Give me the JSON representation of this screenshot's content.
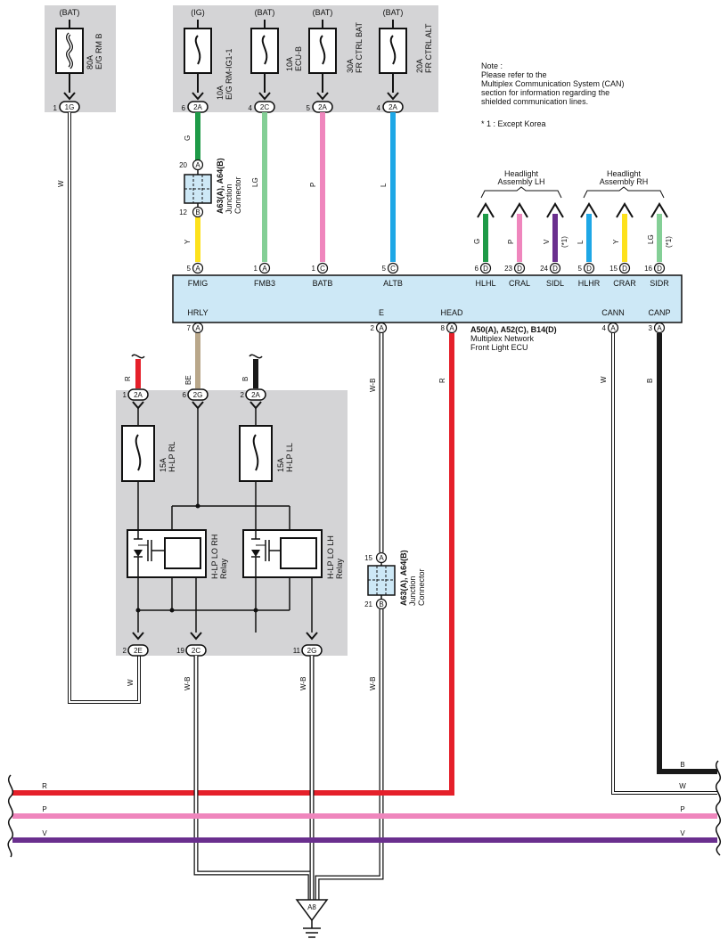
{
  "top_fuses": [
    {
      "supply": "(BAT)",
      "rating": "80A",
      "name": "E/G RM B",
      "pin": "1",
      "conn": "1G",
      "wire": "W"
    },
    {
      "supply": "(IG)",
      "rating": "10A",
      "name": "E/G RM-IG1-1",
      "pin": "6",
      "conn": "2A",
      "wire": "G"
    },
    {
      "supply": "(BAT)",
      "rating": "10A",
      "name": "ECU-B",
      "pin": "4",
      "conn": "2C",
      "wire": "LG"
    },
    {
      "supply": "(BAT)",
      "rating": "30A",
      "name": "FR CTRL BAT",
      "pin": "5",
      "conn": "2A",
      "wire": "P"
    },
    {
      "supply": "(BAT)",
      "rating": "20A",
      "name": "FR CTRL ALT",
      "pin": "4",
      "conn": "2A",
      "wire": "L"
    }
  ],
  "note": {
    "title": "Note :",
    "lines": [
      "Please refer to the",
      "Multiplex Communication System (CAN)",
      "section for information regarding the",
      "shielded communication lines."
    ],
    "footnote": "* 1 : Except Korea"
  },
  "jc_top": {
    "pin_top": "20",
    "pin_top_letter": "A",
    "pin_bottom": "12",
    "pin_bottom_letter": "B",
    "title": "A63(A), A64(B)",
    "l1": "Junction",
    "l2": "Connector",
    "wire_below": "Y"
  },
  "jc_bottom": {
    "pin_top": "15",
    "pin_top_letter": "A",
    "pin_bottom": "21",
    "pin_bottom_letter": "B",
    "title": "A63(A), A64(B)",
    "l1": "Junction",
    "l2": "Connector"
  },
  "headlight_lh": {
    "l1": "Headlight",
    "l2": "Assembly LH"
  },
  "headlight_rh": {
    "l1": "Headlight",
    "l2": "Assembly RH"
  },
  "ecu": {
    "title": "A50(A), A52(C), B14(D)",
    "l1": "Multiplex Network",
    "l2": "Front Light ECU",
    "top_pins": [
      {
        "pin": "5",
        "letter": "A",
        "name": "FMIG"
      },
      {
        "pin": "1",
        "letter": "A",
        "name": "FMB3"
      },
      {
        "pin": "1",
        "letter": "C",
        "name": "BATB"
      },
      {
        "pin": "5",
        "letter": "C",
        "name": "ALTB"
      },
      {
        "pin": "6",
        "letter": "D",
        "name": "HLHL",
        "wire": "G"
      },
      {
        "pin": "23",
        "letter": "D",
        "name": "CRAL",
        "wire": "P"
      },
      {
        "pin": "24",
        "letter": "D",
        "name": "SIDL",
        "wire": "V",
        "note": "(*1)"
      },
      {
        "pin": "5",
        "letter": "D",
        "name": "HLHR",
        "wire": "L"
      },
      {
        "pin": "15",
        "letter": "D",
        "name": "CRAR",
        "wire": "Y"
      },
      {
        "pin": "16",
        "letter": "D",
        "name": "SIDR",
        "wire": "LG",
        "note": "(*1)"
      }
    ],
    "bottom_pins": [
      {
        "pin": "7",
        "letter": "A",
        "name": "HRLY",
        "wire": "BE"
      },
      {
        "pin": "2",
        "letter": "A",
        "name": "E",
        "wire": "W-B"
      },
      {
        "pin": "8",
        "letter": "A",
        "name": "HEAD",
        "wire": "R"
      },
      {
        "pin": "4",
        "letter": "A",
        "name": "CANN",
        "wire": "W"
      },
      {
        "pin": "3",
        "letter": "A",
        "name": "CANP",
        "wire": "B"
      }
    ]
  },
  "relay_box": {
    "top_conns": [
      {
        "pin": "1",
        "conn": "2A",
        "wire": "R"
      },
      {
        "pin": "6",
        "conn": "2G",
        "wire": "BE"
      },
      {
        "pin": "2",
        "conn": "2A",
        "wire": "B"
      }
    ],
    "fuses": [
      {
        "rating": "15A",
        "name": "H-LP RL"
      },
      {
        "rating": "15A",
        "name": "H-LP LL"
      }
    ],
    "relays": [
      {
        "name": "H-LP LO RH",
        "sub": "Relay"
      },
      {
        "name": "H-LP LO LH",
        "sub": "Relay"
      }
    ],
    "bottom_conns": [
      {
        "pin": "2",
        "conn": "2E",
        "wire": "W"
      },
      {
        "pin": "19",
        "conn": "2C",
        "wire": "W-B"
      },
      {
        "pin": "11",
        "conn": "2G",
        "wire": "W-B"
      }
    ]
  },
  "jc_wire_below": "W-B",
  "bus_lines": [
    {
      "label": "R",
      "right": "",
      "color": "#e5202a"
    },
    {
      "label": "P",
      "right": "P",
      "color": "#ef86bd"
    },
    {
      "label": "V",
      "right": "V",
      "color": "#6a2f8e"
    }
  ],
  "bus_right_labels": {
    "b": "B",
    "w": "W"
  },
  "ground": {
    "label": "A8"
  },
  "colors": {
    "G": "#1e9a47",
    "LG": "#84cf96",
    "P": "#ef86bd",
    "L": "#1ea7e6",
    "Y": "#fde11c",
    "V": "#6a2f8e",
    "R": "#e5202a",
    "BE": "#b9a78a",
    "B": "#1a1a1a",
    "ecu_fill": "#cde8f6",
    "box_fill": "#d4d4d6"
  }
}
